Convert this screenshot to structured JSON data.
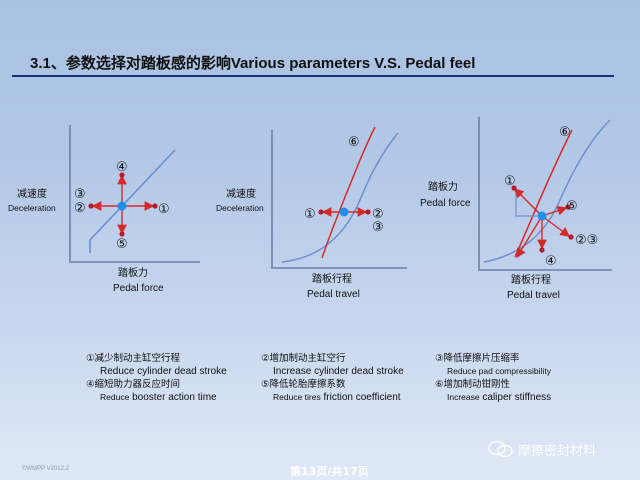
{
  "slide": {
    "title": "3.1、参数选择对踏板感的影响Various parameters V.S. Pedal feel",
    "footer_code": "©WMPP V2012.2",
    "page": "第13页/共17页",
    "watermark": "摩擦密封材料",
    "accent_color": "#1f2f7a"
  },
  "chart1": {
    "y_cn": "减速度",
    "y_en": "Deceleration",
    "x_cn": "踏板力",
    "x_en": "Pedal force",
    "markers": {
      "top": "④",
      "right": "①",
      "bottom": "⑤",
      "left_a": "③",
      "left_b": "②"
    }
  },
  "chart2": {
    "y_cn": "减速度",
    "y_en": "Deceleration",
    "x_cn": "踏板行程",
    "x_en": "Pedal travel",
    "markers": {
      "top": "⑥",
      "left": "①",
      "right_a": "②",
      "right_b": "③"
    }
  },
  "chart3": {
    "y_cn": "踏板力",
    "y_en": "Pedal force",
    "x_cn": "踏板行程",
    "x_en": "Pedal travel",
    "markers": {
      "top": "⑥",
      "up_left": "①",
      "right": "⑤",
      "down": "④",
      "down_right": "②③"
    }
  },
  "legend": [
    {
      "cn": "①减少制动主缸空行程",
      "en_small": "",
      "en": "Reduce cylinder dead stroke"
    },
    {
      "cn": "②增加制动主缸空行",
      "en_small": "",
      "en": "Increase cylinder dead stroke"
    },
    {
      "cn": "③降低摩擦片压缩率",
      "en_small": "Reduce pad compressibility",
      "en": ""
    },
    {
      "cn": "④缩短助力器反应时间",
      "en_small": "Reduce",
      "en": "booster action time"
    },
    {
      "cn": "⑤降低轮胎摩擦系数",
      "en_small": "Reduce tires",
      "en": "friction coefficient"
    },
    {
      "cn": "⑥增加制动钳刚性",
      "en_small": "Increase",
      "en": "caliper stiffness"
    }
  ]
}
